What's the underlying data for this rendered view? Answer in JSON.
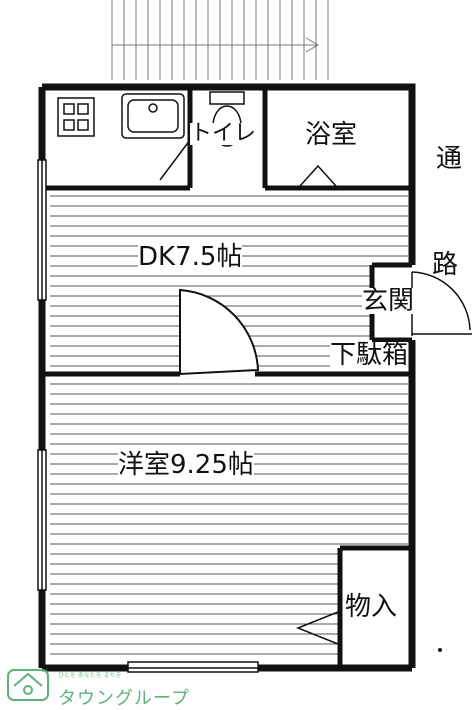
{
  "rooms": {
    "dk": "DK7.5帖",
    "bedroom": "洋室9.25帖",
    "bath": "浴室",
    "toilet": "トイレ",
    "entrance": "玄関",
    "shoe_box": "下駄箱",
    "closet": "物入"
  },
  "street": [
    "通",
    "路"
  ],
  "watermark": {
    "brand": "タウングループ",
    "tagline": "ひとを あなたを まちを"
  },
  "colors": {
    "wall": "#111111",
    "hatch": "#555555",
    "watermark": "#5db37a"
  }
}
